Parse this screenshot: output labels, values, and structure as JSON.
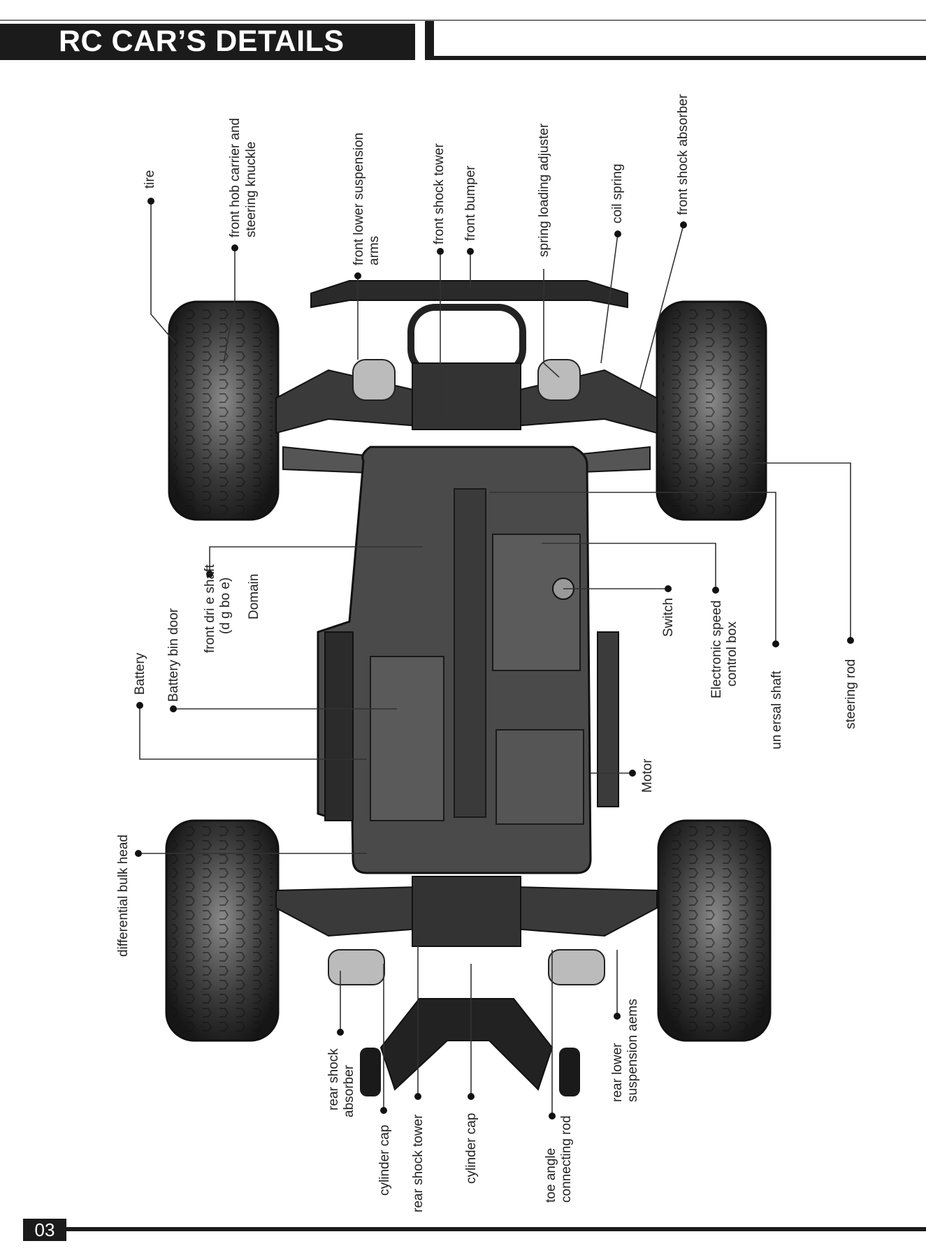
{
  "header": {
    "title": "RC CAR’S DETAILS"
  },
  "footer": {
    "page_number": "03"
  },
  "labels": {
    "tire": "tire",
    "front_hob_1": "front hob carrier and",
    "front_hob_2": "steering knuckle",
    "front_lower_1": "front lower suspension",
    "front_lower_2": "arms",
    "front_shock_tower": "front shock tower",
    "front_bumper": "front bumper",
    "spring_loading_adjuster": "spring loading adjuster",
    "coil_spring": "coil spring",
    "front_shock_absorber": "front shock absorber",
    "front_drive_1": "front dri e shaft",
    "front_drive_2": "(d  g bo  e)",
    "domain": "Domain",
    "battery": "Battery",
    "battery_bin_door": "Battery bin door",
    "switch": "Switch",
    "esc_1": "Electronic speed",
    "esc_2": "control box",
    "universal_shaft": "un ersal shaft",
    "steering_rod": "steering rod",
    "motor": "Motor",
    "differential": "differential bulk head",
    "rear_shock_1": "rear shock",
    "rear_shock_2": "absorber",
    "cylinder_cap_1": "cylinder cap",
    "rear_shock_tower": "rear shock tower",
    "cylinder_cap_2": "cylinder cap",
    "toe_1": "toe angle",
    "toe_2": "connecting rod",
    "rear_lower_1": "rear lower",
    "rear_lower_2": "suspension aems"
  }
}
